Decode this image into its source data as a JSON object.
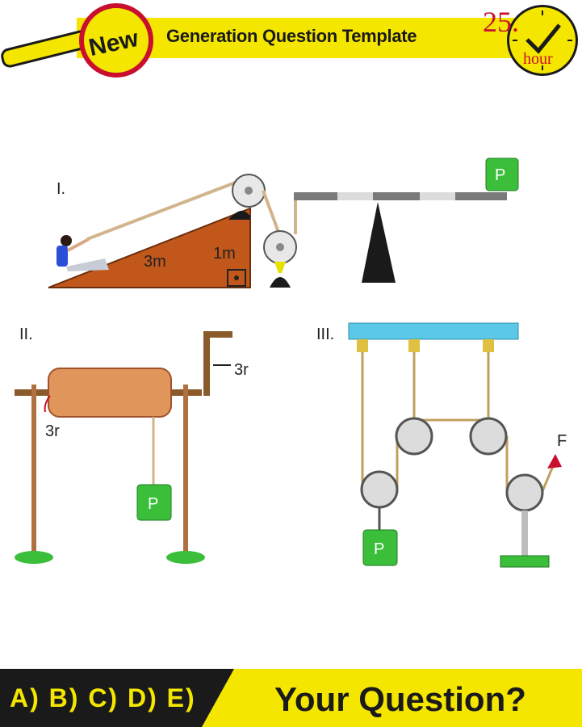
{
  "header": {
    "badge": "New",
    "title": "Generation Question Template",
    "clock_number": "25.",
    "clock_unit": "hour"
  },
  "diagram": {
    "panel_1": {
      "label": "I.",
      "slope_length": "3m",
      "height": "1m",
      "weight": "P"
    },
    "panel_2": {
      "label": "II.",
      "handle_radius": "3r",
      "drum_radius": "3r",
      "weight": "P"
    },
    "panel_3": {
      "label": "III.",
      "force": "F",
      "weight": "P"
    }
  },
  "footer": {
    "answers": "A) B) C) D) E)",
    "question": "Your Question?"
  },
  "colors": {
    "yellow": "#f5e600",
    "red": "#c8102e",
    "ramp": "#c2571b",
    "weight_green": "#3bbf3b",
    "rope": "#d2b48c",
    "beam_blue": "#5bc8e8"
  }
}
